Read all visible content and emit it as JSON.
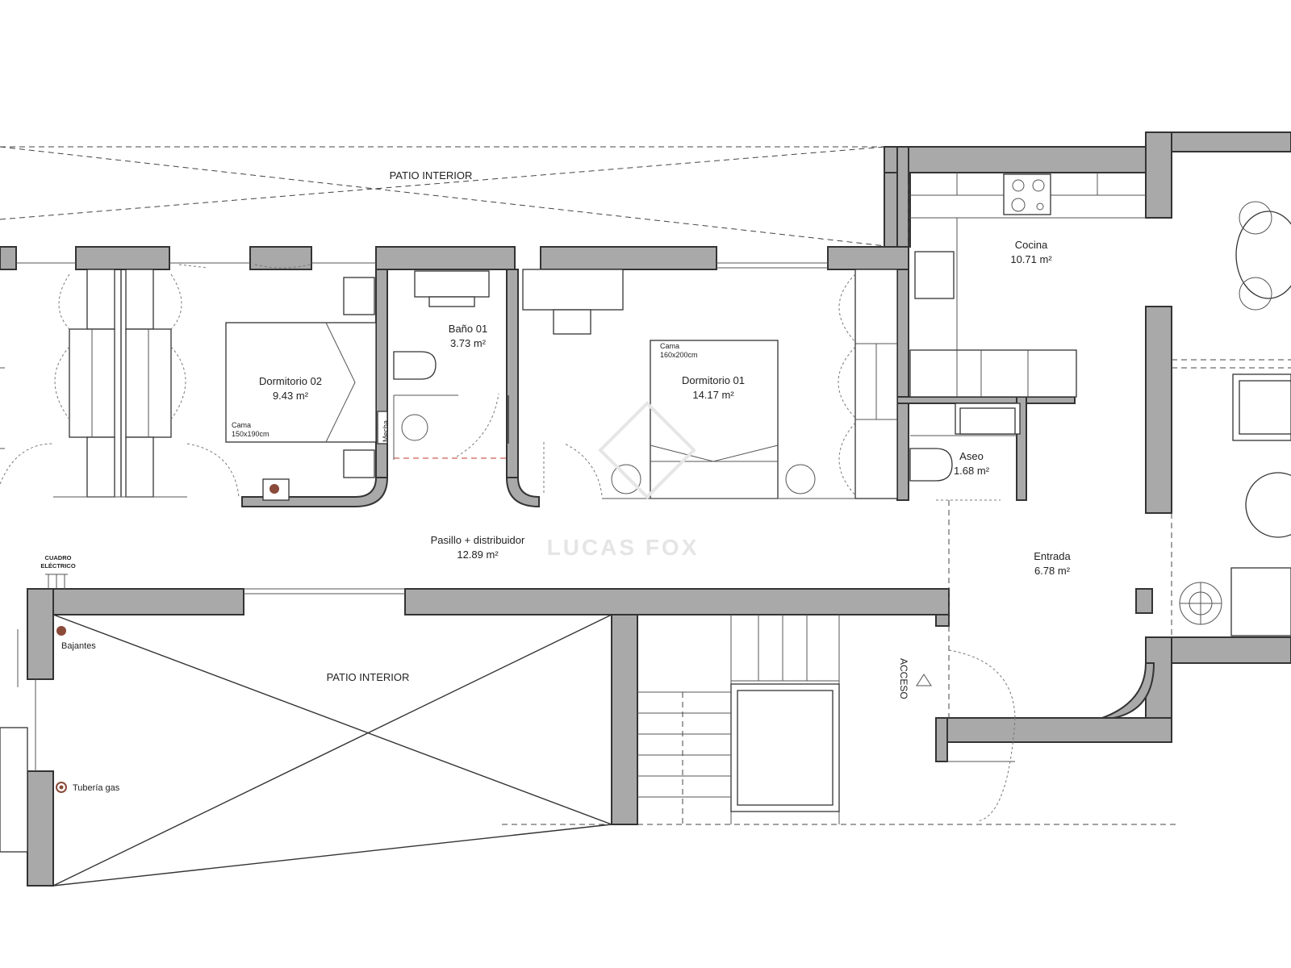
{
  "rooms": {
    "patio_top": "PATIO INTERIOR",
    "patio_bottom": "PATIO INTERIOR",
    "dorm02_name": "Dormitorio 02",
    "dorm02_area": "9.43 m²",
    "bano01_name": "Baño 01",
    "bano01_area": "3.73 m²",
    "dorm01_name": "Dormitorio 01",
    "dorm01_area": "14.17 m²",
    "cocina_name": "Cocina",
    "cocina_area": "10.71 m²",
    "aseo_name": "Aseo",
    "aseo_area": "1.68 m²",
    "pasillo_name": "Pasillo + distribuidor",
    "pasillo_area": "12.89 m²",
    "entrada_name": "Entrada",
    "entrada_area": "6.78 m²"
  },
  "labels": {
    "cama_02": "Cama",
    "cama_02_size": "150x190cm",
    "cama_01": "Cama",
    "cama_01_size": "160x200cm",
    "mecha": "Mecha",
    "cuadro_1": "CUADRO",
    "cuadro_2": "ELÉCTRICO",
    "bajantes": "Bajantes",
    "tuberia_gas": "Tubería gas",
    "acceso": "ACCESO"
  },
  "watermark": {
    "brand": "LUCAS FOX"
  },
  "colors": {
    "wall_fill": "#a9a9a9",
    "line": "#333333",
    "pipe": "#8b4a3a"
  }
}
